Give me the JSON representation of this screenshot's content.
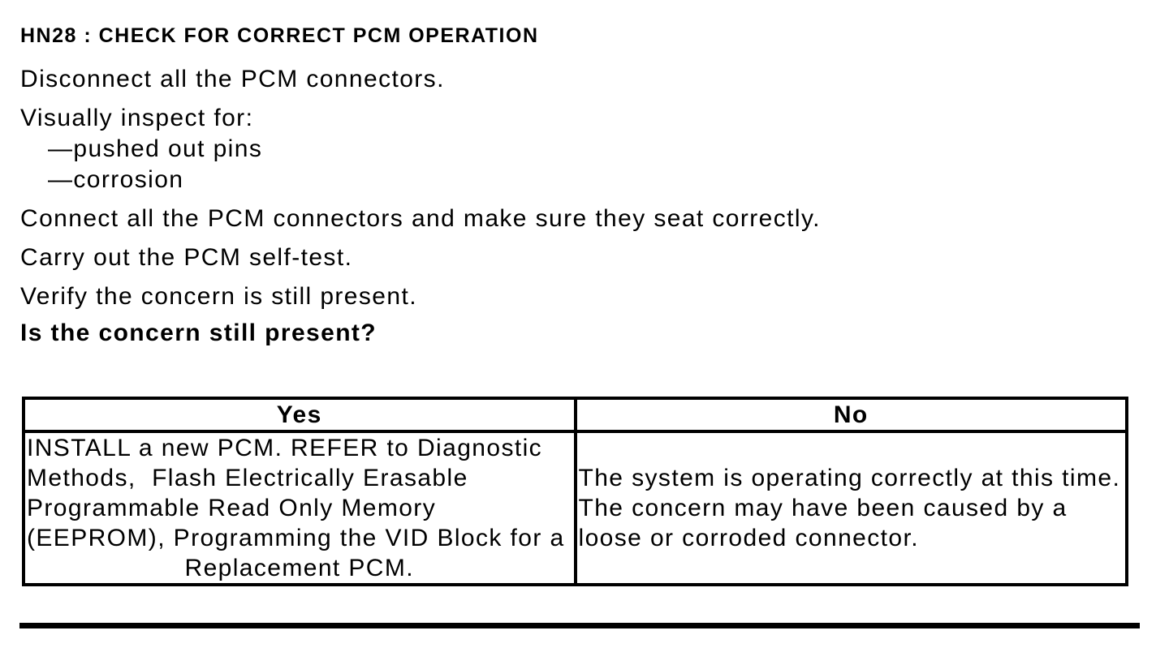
{
  "heading": "HN28 : CHECK FOR CORRECT PCM OPERATION",
  "instructions": {
    "step_disconnect": "Disconnect all the PCM connectors.",
    "inspect_intro": "Visually inspect for:",
    "inspect_item_pins": "—pushed out pins",
    "inspect_item_corrosion": "—corrosion",
    "step_connect": "Connect all the PCM connectors and make sure they seat correctly.",
    "step_selftest": "Carry out the PCM self-test.",
    "step_verify": "Verify the concern is still present.",
    "question": "Is the concern still present?"
  },
  "decision_table": {
    "yes_header": "Yes",
    "no_header": "No",
    "yes_lines": [
      "INSTALL a new PCM. REFER to Diagnostic",
      "Methods,  Flash Electrically Erasable",
      "Programmable Read Only Memory",
      "(EEPROM), Programming the VID Block for a",
      "Replacement PCM."
    ],
    "no_lines": [
      "The system is operating correctly at this time.",
      "The concern may have been caused by a",
      "loose or corroded connector."
    ]
  },
  "colors": {
    "text": "#000000",
    "background": "#ffffff",
    "border": "#000000"
  }
}
